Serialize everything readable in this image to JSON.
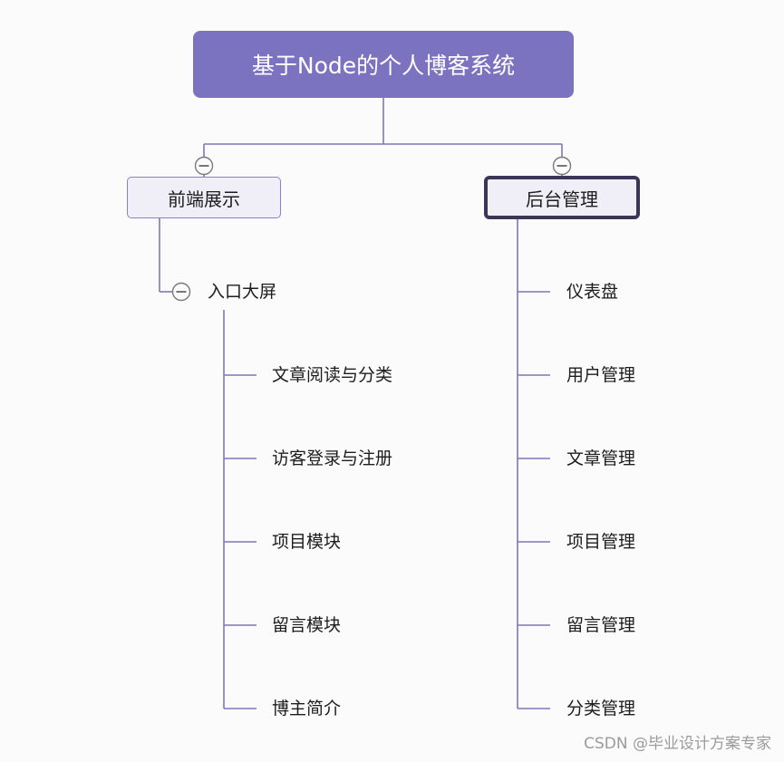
{
  "root": {
    "label": "基于Node的个人博客系统"
  },
  "left": {
    "label": "前端展示",
    "sub": {
      "label": "入口大屏",
      "items": [
        "文章阅读与分类",
        "访客登录与注册",
        "项目模块",
        "留言模块",
        "博主简介"
      ]
    }
  },
  "right": {
    "label": "后台管理",
    "items": [
      "仪表盘",
      "用户管理",
      "文章管理",
      "项目管理",
      "留言管理",
      "分类管理"
    ]
  },
  "watermark": "CSDN @毕业设计方案专家",
  "colors": {
    "line": "#7e78b5",
    "root_fill": "#7b73c0",
    "branch_fill": "#f0eff8",
    "selected_border": "#3b3558"
  }
}
